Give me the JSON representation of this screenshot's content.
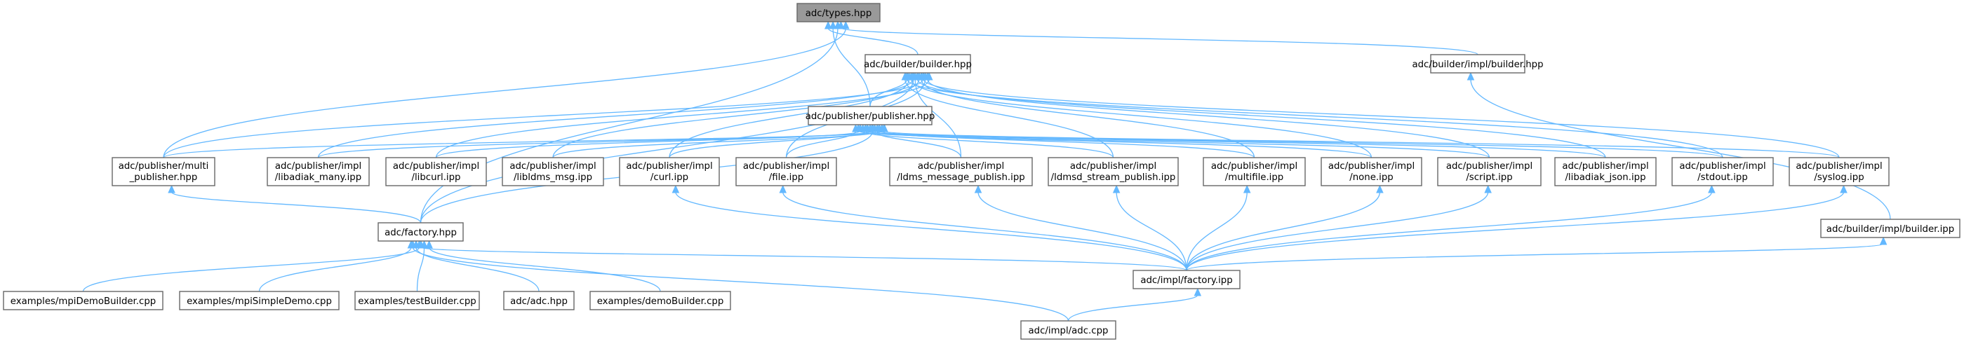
{
  "title": "Include dependency graph for adc/types.hpp",
  "colors": {
    "edge": "#63b8ff",
    "root_fill": "#999999",
    "node_fill": "#ffffff",
    "node_border": "#666666"
  },
  "nodes": [
    {
      "id": "types",
      "lines": [
        "adc/types.hpp"
      ],
      "root": true
    },
    {
      "id": "builder_hpp",
      "lines": [
        "adc/builder/builder.hpp"
      ]
    },
    {
      "id": "builder_impl_hpp",
      "lines": [
        "adc/builder/impl/builder.hpp"
      ]
    },
    {
      "id": "publisher_hpp",
      "lines": [
        "adc/publisher/publisher.hpp"
      ]
    },
    {
      "id": "multi_publisher",
      "lines": [
        "adc/publisher/multi",
        "_publisher.hpp"
      ]
    },
    {
      "id": "libadiak_many",
      "lines": [
        "adc/publisher/impl",
        "/libadiak_many.ipp"
      ]
    },
    {
      "id": "libcurl",
      "lines": [
        "adc/publisher/impl",
        "/libcurl.ipp"
      ]
    },
    {
      "id": "libldms_msg",
      "lines": [
        "adc/publisher/impl",
        "/libldms_msg.ipp"
      ]
    },
    {
      "id": "curl",
      "lines": [
        "adc/publisher/impl",
        "/curl.ipp"
      ]
    },
    {
      "id": "file",
      "lines": [
        "adc/publisher/impl",
        "/file.ipp"
      ]
    },
    {
      "id": "ldms_message_publish",
      "lines": [
        "adc/publisher/impl",
        "/ldms_message_publish.ipp"
      ]
    },
    {
      "id": "ldmsd_stream_publish",
      "lines": [
        "adc/publisher/impl",
        "/ldmsd_stream_publish.ipp"
      ]
    },
    {
      "id": "multifile",
      "lines": [
        "adc/publisher/impl",
        "/multifile.ipp"
      ]
    },
    {
      "id": "none",
      "lines": [
        "adc/publisher/impl",
        "/none.ipp"
      ]
    },
    {
      "id": "script",
      "lines": [
        "adc/publisher/impl",
        "/script.ipp"
      ]
    },
    {
      "id": "libadiak_json",
      "lines": [
        "adc/publisher/impl",
        "/libadiak_json.ipp"
      ]
    },
    {
      "id": "stdout",
      "lines": [
        "adc/publisher/impl",
        "/stdout.ipp"
      ]
    },
    {
      "id": "syslog",
      "lines": [
        "adc/publisher/impl",
        "/syslog.ipp"
      ]
    },
    {
      "id": "factory_hpp",
      "lines": [
        "adc/factory.hpp"
      ]
    },
    {
      "id": "builder_ipp",
      "lines": [
        "adc/builder/impl/builder.ipp"
      ]
    },
    {
      "id": "mpiDemoBuilder",
      "lines": [
        "examples/mpiDemoBuilder.cpp"
      ]
    },
    {
      "id": "mpiSimpleDemo",
      "lines": [
        "examples/mpiSimpleDemo.cpp"
      ]
    },
    {
      "id": "testBuilder",
      "lines": [
        "examples/testBuilder.cpp"
      ]
    },
    {
      "id": "adc_hpp",
      "lines": [
        "adc/adc.hpp"
      ]
    },
    {
      "id": "demoBuilder",
      "lines": [
        "examples/demoBuilder.cpp"
      ]
    },
    {
      "id": "factory_ipp",
      "lines": [
        "adc/impl/factory.ipp"
      ]
    },
    {
      "id": "adc_cpp",
      "lines": [
        "adc/impl/adc.cpp"
      ]
    }
  ],
  "edges": [
    [
      "builder_hpp",
      "types"
    ],
    [
      "builder_impl_hpp",
      "types"
    ],
    [
      "publisher_hpp",
      "types"
    ],
    [
      "multi_publisher",
      "types"
    ],
    [
      "factory_hpp",
      "types"
    ],
    [
      "publisher_hpp",
      "builder_hpp"
    ],
    [
      "multi_publisher",
      "builder_hpp"
    ],
    [
      "libadiak_many",
      "builder_hpp"
    ],
    [
      "libcurl",
      "builder_hpp"
    ],
    [
      "libldms_msg",
      "builder_hpp"
    ],
    [
      "curl",
      "builder_hpp"
    ],
    [
      "file",
      "builder_hpp"
    ],
    [
      "ldms_message_publish",
      "builder_hpp"
    ],
    [
      "ldmsd_stream_publish",
      "builder_hpp"
    ],
    [
      "multifile",
      "builder_hpp"
    ],
    [
      "none",
      "builder_hpp"
    ],
    [
      "script",
      "builder_hpp"
    ],
    [
      "libadiak_json",
      "builder_hpp"
    ],
    [
      "stdout",
      "builder_hpp"
    ],
    [
      "syslog",
      "builder_hpp"
    ],
    [
      "factory_hpp",
      "builder_hpp"
    ],
    [
      "multi_publisher",
      "publisher_hpp"
    ],
    [
      "libadiak_many",
      "publisher_hpp"
    ],
    [
      "libcurl",
      "publisher_hpp"
    ],
    [
      "libldms_msg",
      "publisher_hpp"
    ],
    [
      "curl",
      "publisher_hpp"
    ],
    [
      "file",
      "publisher_hpp"
    ],
    [
      "ldms_message_publish",
      "publisher_hpp"
    ],
    [
      "ldmsd_stream_publish",
      "publisher_hpp"
    ],
    [
      "multifile",
      "publisher_hpp"
    ],
    [
      "none",
      "publisher_hpp"
    ],
    [
      "script",
      "publisher_hpp"
    ],
    [
      "libadiak_json",
      "publisher_hpp"
    ],
    [
      "stdout",
      "publisher_hpp"
    ],
    [
      "syslog",
      "publisher_hpp"
    ],
    [
      "factory_hpp",
      "publisher_hpp"
    ],
    [
      "builder_ipp",
      "builder_impl_hpp"
    ],
    [
      "factory_hpp",
      "multi_publisher"
    ],
    [
      "mpiDemoBuilder",
      "factory_hpp"
    ],
    [
      "mpiSimpleDemo",
      "factory_hpp"
    ],
    [
      "testBuilder",
      "factory_hpp"
    ],
    [
      "adc_hpp",
      "factory_hpp"
    ],
    [
      "demoBuilder",
      "factory_hpp"
    ],
    [
      "factory_ipp",
      "factory_hpp"
    ],
    [
      "adc_cpp",
      "factory_hpp"
    ],
    [
      "factory_ipp",
      "curl"
    ],
    [
      "factory_ipp",
      "file"
    ],
    [
      "factory_ipp",
      "ldms_message_publish"
    ],
    [
      "factory_ipp",
      "ldmsd_stream_publish"
    ],
    [
      "factory_ipp",
      "multifile"
    ],
    [
      "factory_ipp",
      "none"
    ],
    [
      "factory_ipp",
      "script"
    ],
    [
      "factory_ipp",
      "stdout"
    ],
    [
      "factory_ipp",
      "syslog"
    ],
    [
      "factory_ipp",
      "builder_ipp"
    ],
    [
      "adc_cpp",
      "factory_ipp"
    ]
  ]
}
